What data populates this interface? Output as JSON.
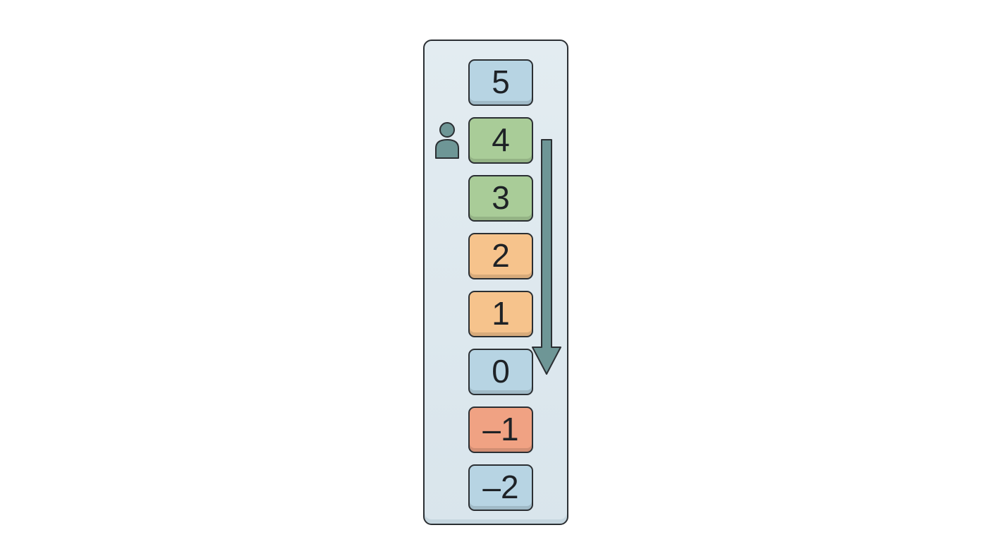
{
  "elevator_panel": {
    "floors": [
      {
        "label": "5",
        "color": "#b7d4e3"
      },
      {
        "label": "4",
        "color": "#a9cc98"
      },
      {
        "label": "3",
        "color": "#a9cc98"
      },
      {
        "label": "2",
        "color": "#f6c38c"
      },
      {
        "label": "1",
        "color": "#f6c38c"
      },
      {
        "label": "0",
        "color": "#b7d4e3"
      },
      {
        "label": "–1",
        "color": "#f0a283"
      },
      {
        "label": "–2",
        "color": "#b7d4e3"
      }
    ],
    "current_floor": "4",
    "direction": "down",
    "destination_floor": "0",
    "icons": {
      "person": "person-icon",
      "arrow": "down-arrow-icon"
    },
    "colors": {
      "panel": "#dde8ee",
      "icon": "#6e9696",
      "outline": "#2b2f33"
    }
  }
}
